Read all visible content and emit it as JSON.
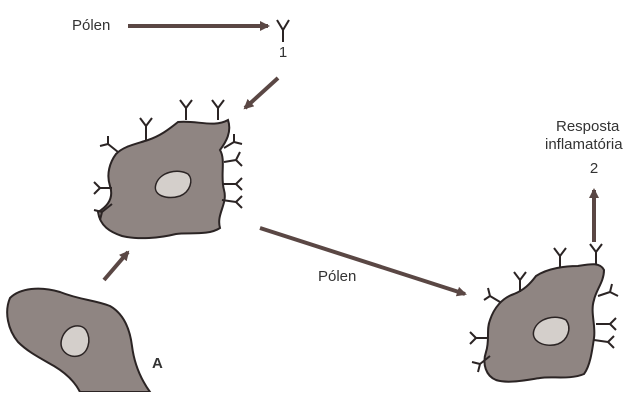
{
  "labels": {
    "pollen_top": "Pólen",
    "pollen_mid": "Pólen",
    "step_1": "1",
    "step_2": "2",
    "response_line1": "Resposta",
    "response_line2": "inflamatória",
    "cell_a": "A"
  },
  "colors": {
    "cell_fill": "#8f8582",
    "cell_stroke": "#2b2424",
    "nucleus_fill": "#d4cfcb",
    "arrow": "#5a4744",
    "receptor": "#2b2424",
    "text": "#333333"
  }
}
